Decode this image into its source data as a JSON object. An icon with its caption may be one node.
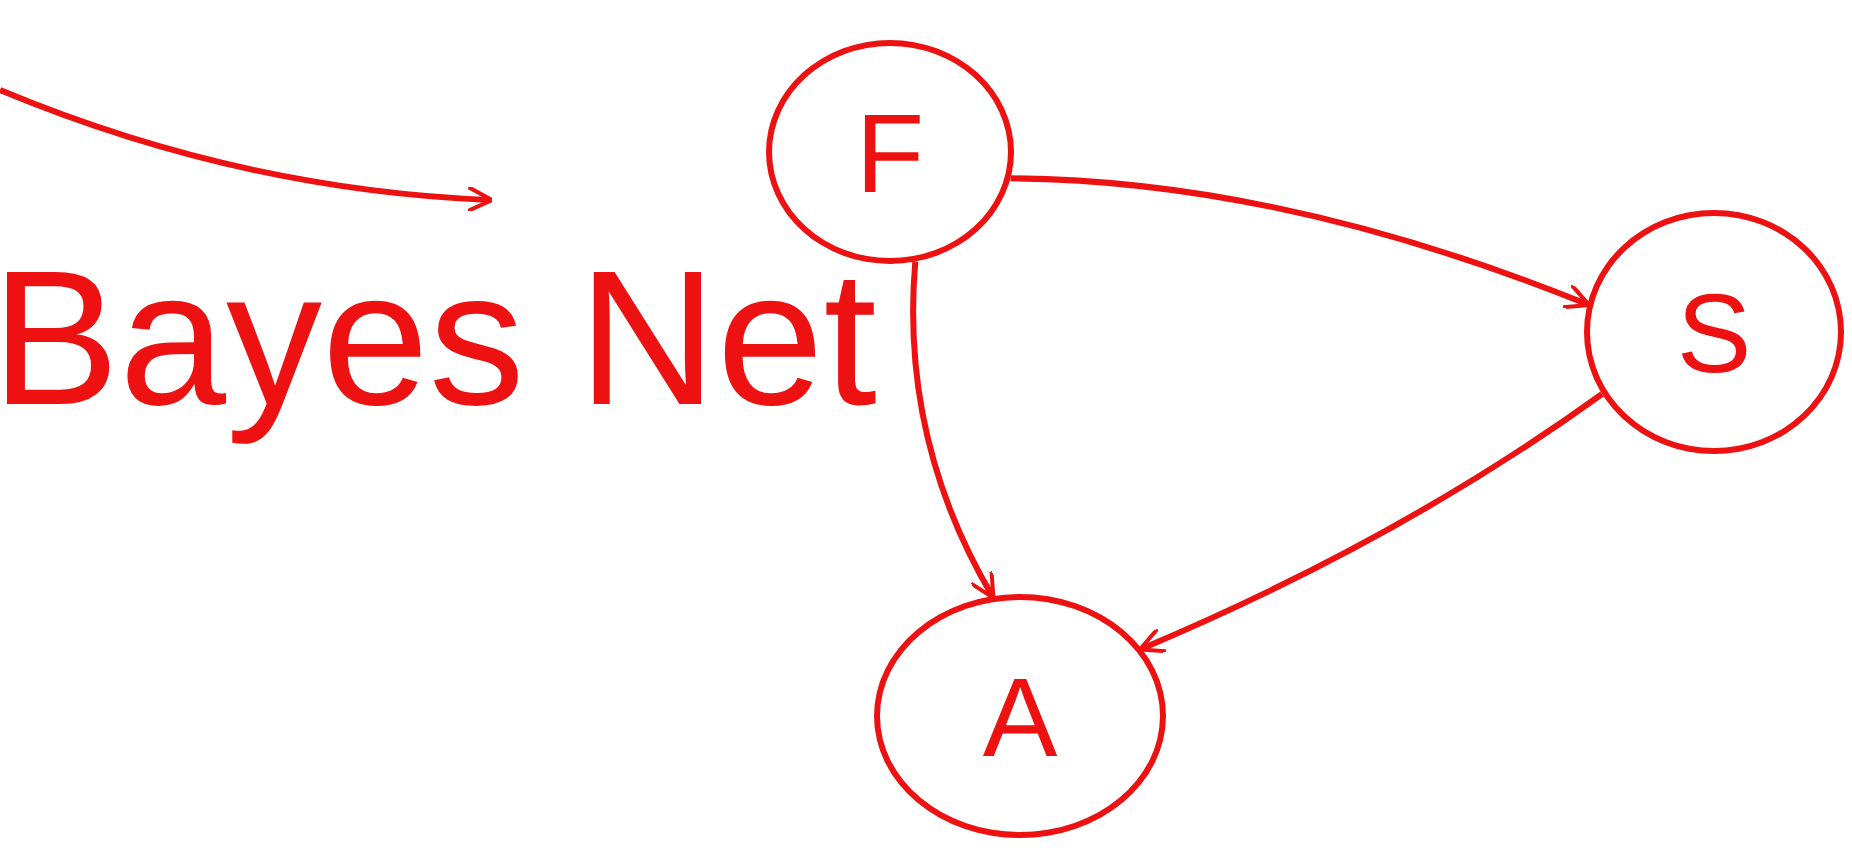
{
  "diagram": {
    "nodes": [
      {
        "text": [
          "Bayes Net"
        ]
      },
      {
        "text": [
          "F"
        ]
      },
      {
        "text": [
          "S"
        ]
      },
      {
        "text": [
          "A"
        ]
      }
    ],
    "edges": [
      {
        "from": null,
        "to": 0,
        "arrow": "to"
      },
      {
        "from": 1,
        "to": 2,
        "arrow": "to"
      },
      {
        "from": 1,
        "to": 3,
        "arrow": "to"
      },
      {
        "from": 2,
        "to": 3,
        "arrow": "to"
      }
    ]
  }
}
